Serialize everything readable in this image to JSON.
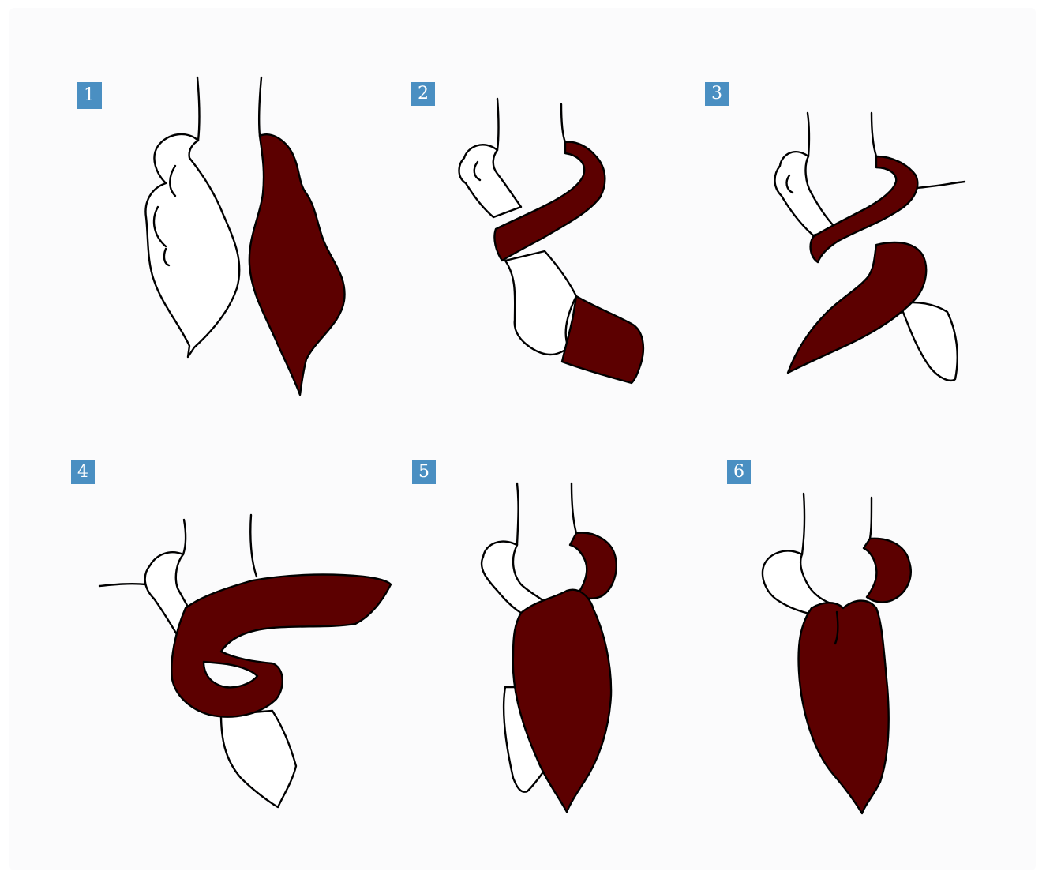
{
  "steps": [
    {
      "number": "1"
    },
    {
      "number": "2"
    },
    {
      "number": "3"
    },
    {
      "number": "4"
    },
    {
      "number": "5"
    },
    {
      "number": "6"
    }
  ],
  "colors": {
    "scarf_dark": "#5c0000",
    "scarf_light": "#ffffff",
    "badge": "#4a8fc2",
    "outline": "#000000",
    "background": "#fbfbfc"
  }
}
